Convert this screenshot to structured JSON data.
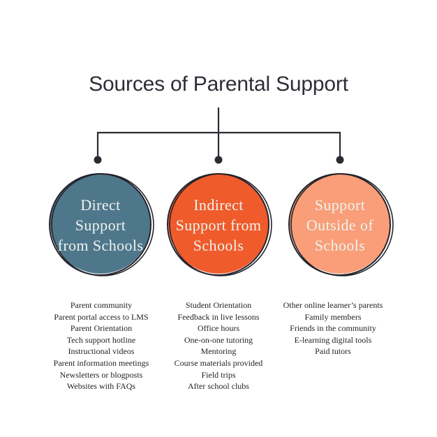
{
  "title": "Sources of Parental Support",
  "colors": {
    "background": "#ffffff",
    "line": "#2b2b33",
    "ring": "#23232b",
    "title_text": "#2e2e38",
    "circle_label_text": "#edf3ee",
    "list_text": "#1f1f28"
  },
  "branches": [
    {
      "title": "Direct Support from Schools",
      "title_lines": [
        "Direct",
        "Support",
        "from Schools"
      ],
      "circle_color": "#4f778c",
      "items": [
        "Parent community",
        "Parent portal access to LMS",
        "Parent Orientation",
        "Tech support hotline",
        "Instructional videos",
        "Parent information meetings",
        "Newsletters or blogposts",
        "Websites with FAQs"
      ]
    },
    {
      "title": "Indirect Support from Schools",
      "title_lines": [
        "Indirect",
        "Support from",
        "Schools"
      ],
      "circle_color": "#f05b2c",
      "items": [
        "Student Orientation",
        "Feedback in live lessons",
        "Office hours",
        "One-on-one tutoring",
        "Mentoring",
        "Course materials provided",
        "Field trips",
        "After school clubs"
      ]
    },
    {
      "title": "Support Outside of Schools",
      "title_lines": [
        "Support",
        "Outside of",
        "Schools"
      ],
      "circle_color": "#f99e78",
      "items": [
        "Other online learner’s parents",
        "Family members",
        "Friends in the community",
        "E-learning digital tools",
        "Paid tutors"
      ]
    }
  ]
}
